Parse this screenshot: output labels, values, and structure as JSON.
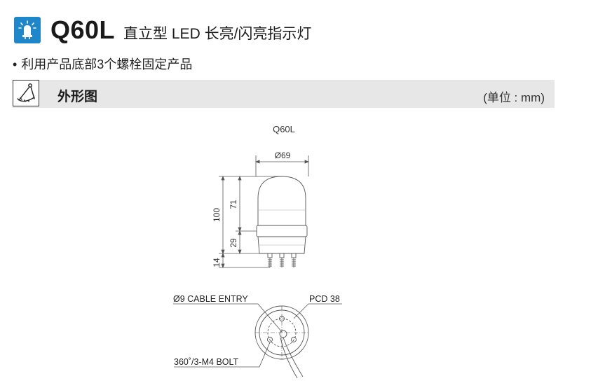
{
  "header": {
    "model": "Q60L",
    "subtitle": "直立型 LED 长亮/闪亮指示灯",
    "icon": "led-lamp-icon"
  },
  "feature": {
    "bullet": "•",
    "text": "利用产品底部3个螺栓固定产品"
  },
  "section": {
    "title": "外形图",
    "unit": "(单位 : mm)",
    "icon": "drafting-compass-icon"
  },
  "drawing": {
    "caption": "Q60L",
    "dim_diameter": "Ø69",
    "dim_total_height": "100",
    "dim_dome_height": "71",
    "dim_base_height": "29",
    "dim_bolt_length": "14",
    "label_cable_entry": "Ø9 CABLE ENTRY",
    "label_pcd": "PCD 38",
    "label_bolt": "360˚/3-M4 BOLT"
  },
  "colors": {
    "accent": "#1f86c9",
    "bar": "#e7e7e7"
  }
}
